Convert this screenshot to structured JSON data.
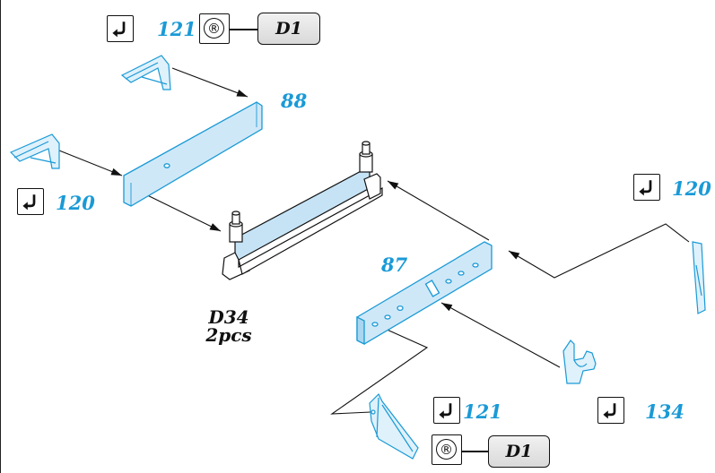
{
  "colors": {
    "accent": "#1a9ad6",
    "part_fill": "#cfe8f8",
    "line": "#111111"
  },
  "icons": {
    "step": "bend-arrow-icon",
    "registration": "registered-r-icon"
  },
  "callouts": {
    "top_left": {
      "part": "121",
      "reg_symbol": "®",
      "ref": "D1"
    },
    "left": {
      "part": "120"
    },
    "right": {
      "part": "120"
    },
    "bottom_left": {
      "part": "121",
      "reg_symbol": "®",
      "ref": "D1"
    },
    "bottom_right": {
      "part": "134"
    }
  },
  "labels": {
    "part_88": "88",
    "part_87": "87"
  },
  "note": {
    "part": "D34",
    "qty": "2pcs"
  }
}
